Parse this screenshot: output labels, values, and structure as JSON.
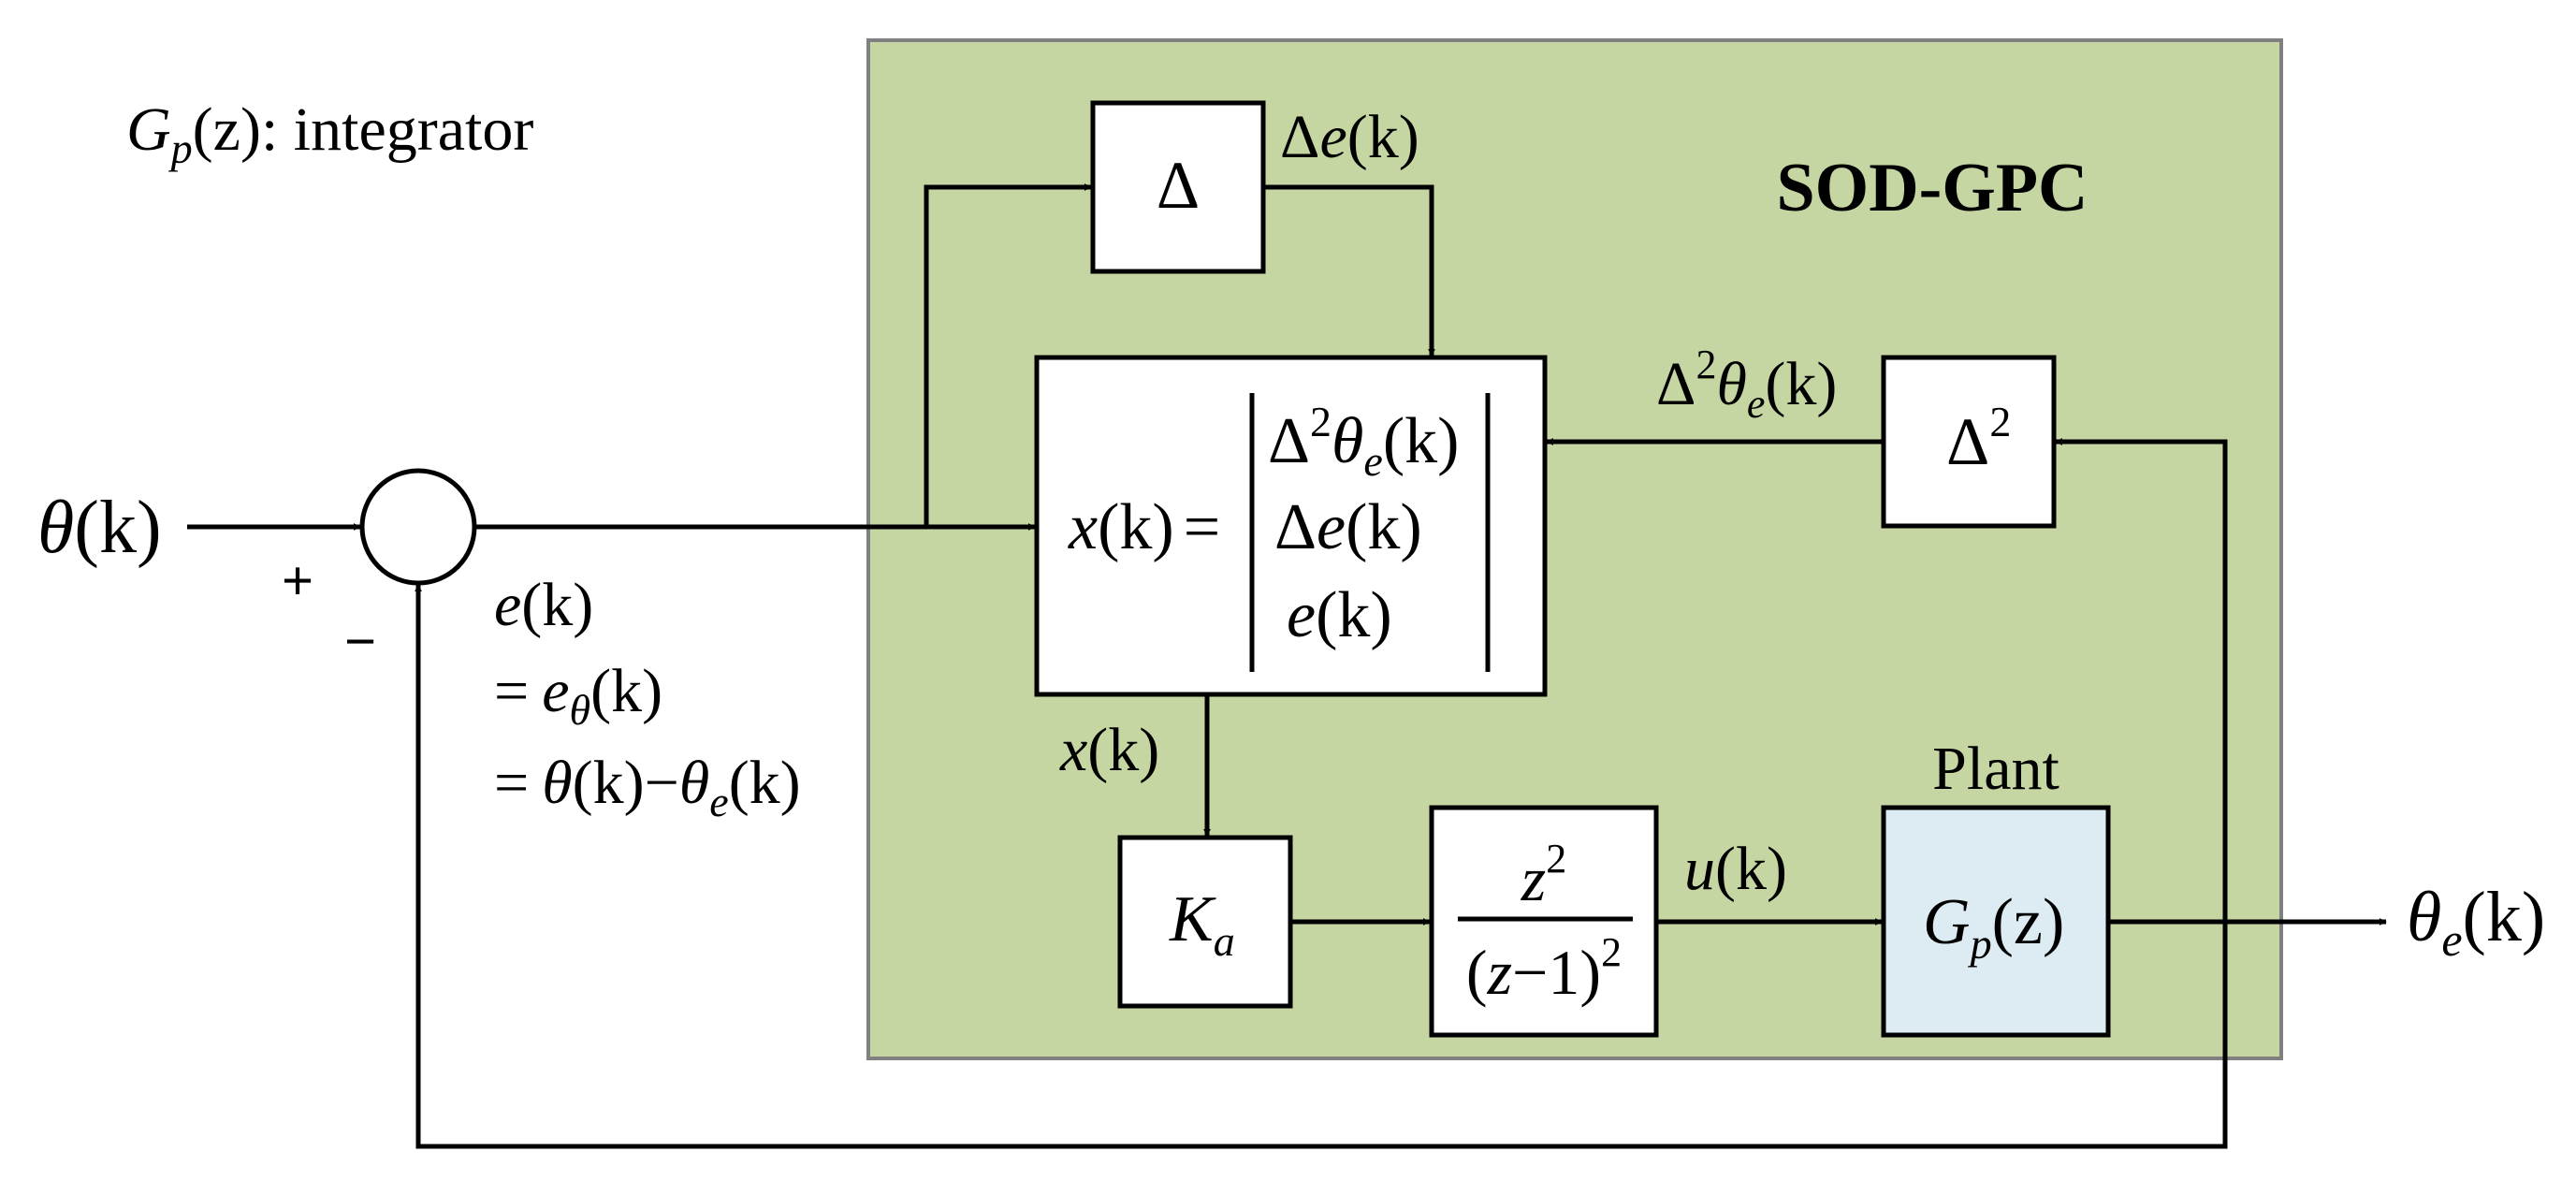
{
  "colors": {
    "controller_bg": "#c5d6a2",
    "controller_border": "#808080",
    "plant_fill": "#dcecf2",
    "block_fill": "#ffffff",
    "line": "#000000"
  },
  "note": {
    "gp": "G",
    "gp_sub": "p",
    "gp_arg": "(z)",
    "rest": ": integrator"
  },
  "controller_title": "SOD-GPC",
  "input": {
    "theta": "θ",
    "arg": "(k)"
  },
  "summer": {
    "plus": "+",
    "minus": "−"
  },
  "error_label": {
    "line1_var": "e",
    "line1_arg": "(k)",
    "line2_eq": "=",
    "line2_var": "e",
    "line2_sub": "θ",
    "line2_arg": "(k)",
    "line3_eq": "=",
    "line3_a": "θ",
    "line3_a_arg": "(k)",
    "line3_minus": "−",
    "line3_b": "θ",
    "line3_b_sub": "e",
    "line3_b_arg": "(k)"
  },
  "delta_block": {
    "symbol": "Δ"
  },
  "delta_e_label": {
    "delta": "Δ",
    "var": "e",
    "arg": "(k)"
  },
  "delta2_block": {
    "symbol": "Δ",
    "exp": "2"
  },
  "delta2_label": {
    "delta": "Δ",
    "exp": "2",
    "var": "θ",
    "sub": "e",
    "arg": "(k)"
  },
  "state_block": {
    "lhs_var": "x",
    "lhs_arg": "(k)",
    "eq": "=",
    "r1_delta": "Δ",
    "r1_exp": "2",
    "r1_var": "θ",
    "r1_sub": "e",
    "r1_arg": "(k)",
    "r2_delta": "Δ",
    "r2_var": "e",
    "r2_arg": "(k)",
    "r3_var": "e",
    "r3_arg": "(k)"
  },
  "x_label": {
    "var": "x",
    "arg": "(k)"
  },
  "gain_block": {
    "var": "K",
    "sub": "a"
  },
  "filter_block": {
    "num_var": "z",
    "num_exp": "2",
    "den_open": "(",
    "den_var": "z",
    "den_minus": "−",
    "den_one": "1",
    "den_close": ")",
    "den_exp": "2"
  },
  "u_label": {
    "var": "u",
    "arg": "(k)"
  },
  "plant_title": "Plant",
  "plant_block": {
    "var": "G",
    "sub": "p",
    "arg": "(z)"
  },
  "output_label": {
    "var": "θ",
    "sub": "e",
    "arg": "(k)"
  }
}
